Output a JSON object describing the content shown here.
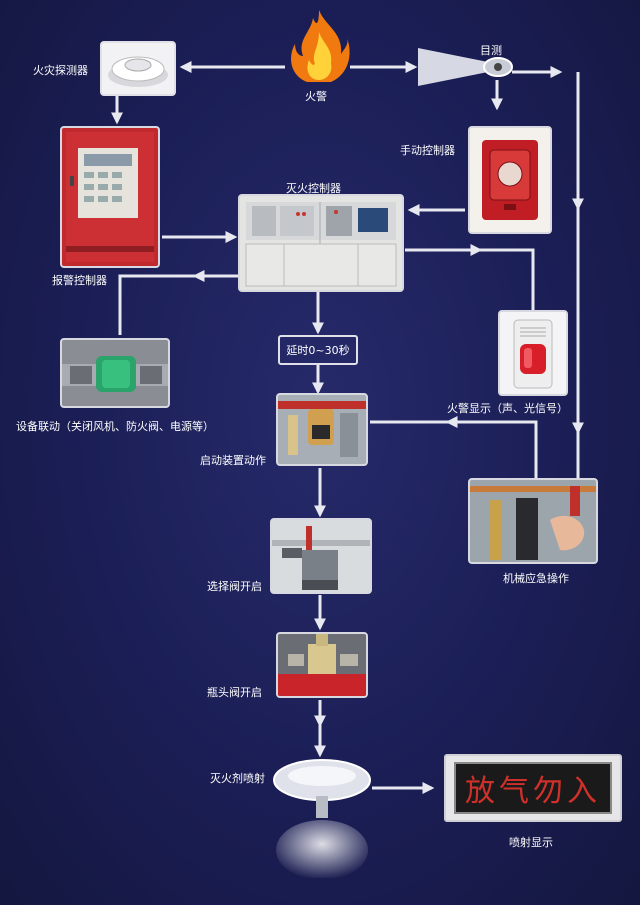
{
  "nodes": {
    "detector": "火灾探测器",
    "fire": "火警",
    "eye": "目测",
    "manual": "手动控制器",
    "alarm_controller": "报警控制器",
    "extinguish_controller": "灭火控制器",
    "delay": "延时0~30秒",
    "linkage": "设备联动（关闭风机、防火阀、电源等）",
    "alarm_display": "火警显示（声、光信号）",
    "start_device": "启动装置动作",
    "mechanical": "机械应急操作",
    "selector_valve": "选择阀开启",
    "bottle_valve": "瓶头阀开启",
    "spray": "灭火剂喷射",
    "spray_display": "喷射显示"
  },
  "sign_text": "放气勿入",
  "colors": {
    "background": "#1b1e55",
    "line": "#e8e8f0",
    "sign_text": "#d0302a",
    "panel_red": "#b8222a"
  }
}
